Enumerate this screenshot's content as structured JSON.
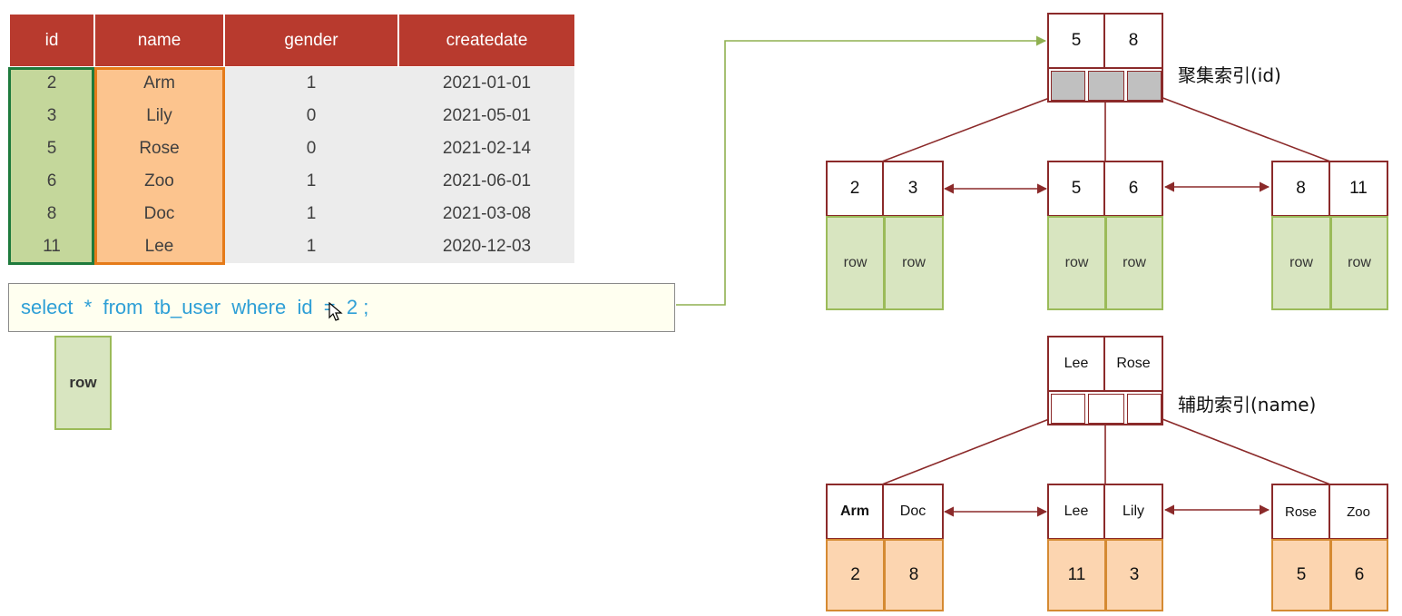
{
  "table": {
    "headers": [
      "id",
      "name",
      "gender",
      "createdate"
    ],
    "rows": [
      [
        "2",
        "Arm",
        "1",
        "2021-01-01"
      ],
      [
        "3",
        "Lily",
        "0",
        "2021-05-01"
      ],
      [
        "5",
        "Rose",
        "0",
        "2021-02-14"
      ],
      [
        "6",
        "Zoo",
        "1",
        "2021-06-01"
      ],
      [
        "8",
        "Doc",
        "1",
        "2021-03-08"
      ],
      [
        "11",
        "Lee",
        "1",
        "2020-12-03"
      ]
    ]
  },
  "sql": "select  *  from  tb_user  where  id  =  2 ;",
  "result_row": "row",
  "clustered": {
    "caption": "聚集索引(id)",
    "root": [
      "5",
      "8"
    ],
    "leaves": [
      {
        "keys": [
          "2",
          "3"
        ],
        "values": [
          "row",
          "row"
        ]
      },
      {
        "keys": [
          "5",
          "6"
        ],
        "values": [
          "row",
          "row"
        ]
      },
      {
        "keys": [
          "8",
          "11"
        ],
        "values": [
          "row",
          "row"
        ]
      }
    ]
  },
  "secondary": {
    "caption": "辅助索引(name)",
    "root": [
      "Lee",
      "Rose"
    ],
    "leaves": [
      {
        "keys": [
          "Arm",
          "Doc"
        ],
        "values": [
          "2",
          "8"
        ]
      },
      {
        "keys": [
          "Lee",
          "Lily"
        ],
        "values": [
          "11",
          "3"
        ]
      },
      {
        "keys": [
          "Rose",
          "Zoo"
        ],
        "values": [
          "5",
          "6"
        ]
      }
    ]
  },
  "colors": {
    "header": "#b83a2e",
    "id_highlight": "#1e7a3c",
    "name_highlight": "#e57b19",
    "tree_line": "#8b2a2a",
    "sql_text": "#2e9fd6",
    "connector": "#8fb050"
  }
}
